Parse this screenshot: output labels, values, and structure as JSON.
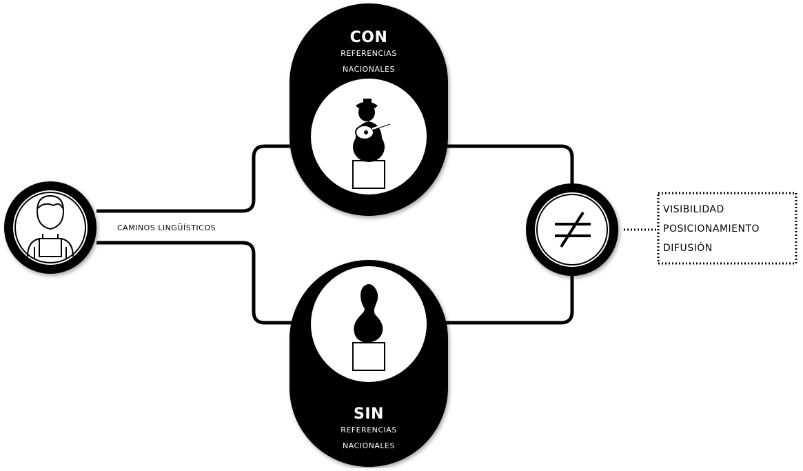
{
  "diagram": {
    "colors": {
      "ink": "#000000",
      "paper": "#ffffff"
    },
    "user_node": {
      "icon": "person-icon"
    },
    "paths_label": "CAMINOS LINGÜÍSTICOS",
    "with_node": {
      "title": "CON",
      "line1": "REFERENCIAS",
      "line2": "NACIONALES",
      "icon": "guitar-player-statue-icon"
    },
    "without_node": {
      "title": "SIN",
      "line1": "REFERENCIAS",
      "line2": "NACIONALES",
      "icon": "abstract-statue-icon"
    },
    "result_node": {
      "icon": "not-equal-icon"
    },
    "outcomes": [
      "VISIBILIDAD",
      "POSICIONAMIENTO",
      "DIFUSIÓN"
    ]
  }
}
